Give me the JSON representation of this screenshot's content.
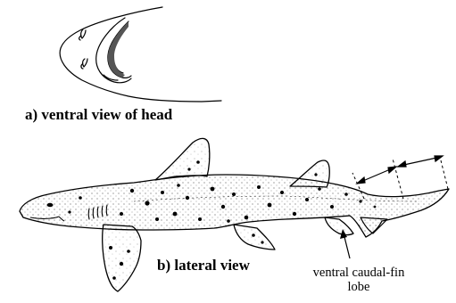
{
  "figure": {
    "caption_a": "a) ventral view of head",
    "caption_b": "b) lateral view",
    "callout_line1": "ventral caudal-fin",
    "callout_line2": "lobe"
  },
  "colors": {
    "ink": "#000000",
    "background": "#ffffff"
  }
}
